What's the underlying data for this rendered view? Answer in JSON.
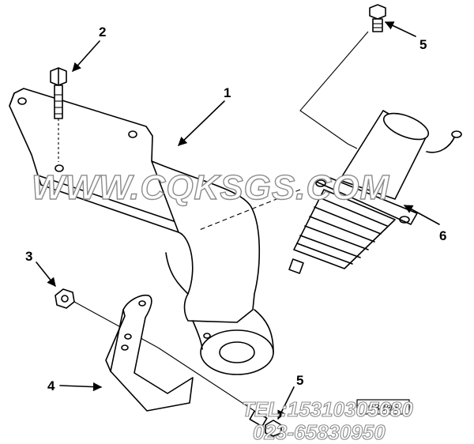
{
  "diagram": {
    "callouts": [
      {
        "id": "callout-1",
        "label": "1"
      },
      {
        "id": "callout-2",
        "label": "2"
      },
      {
        "id": "callout-3",
        "label": "3"
      },
      {
        "id": "callout-4",
        "label": "4"
      },
      {
        "id": "callout-5-top",
        "label": "5"
      },
      {
        "id": "callout-5-bottom",
        "label": "5"
      },
      {
        "id": "callout-6",
        "label": "6"
      }
    ],
    "reference_code": "03805"
  },
  "watermark": {
    "site": "WWW.CQKSGS.COM",
    "phone": "TEL:15310305680",
    "phone2": "023-65830950"
  },
  "colors": {
    "line": "#000000",
    "background": "#ffffff",
    "watermark_outline": "#8c8c8c"
  }
}
